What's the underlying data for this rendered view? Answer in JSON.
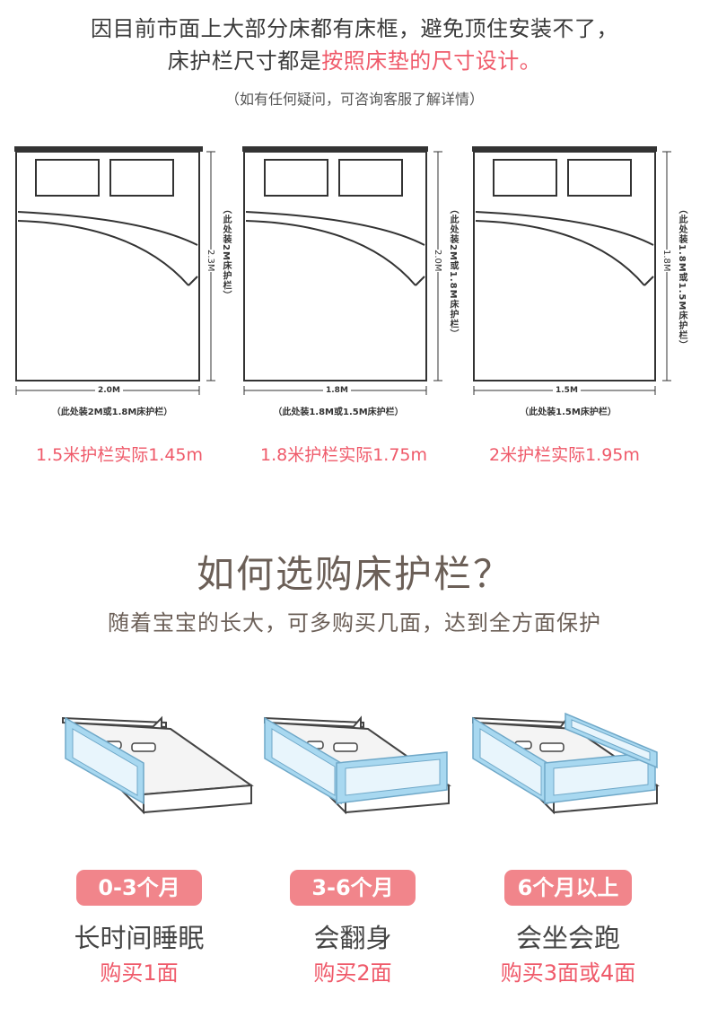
{
  "intro": {
    "line1": "因目前市面上大部分床都有床框，避免顶住安装不了，",
    "line2_normal": "床护栏尺寸都是",
    "line2_highlight": "按照床垫的尺寸设计。",
    "note": "（如有任何疑问，可咨询客服了解详情）"
  },
  "diagrams": [
    {
      "width_label": "2.0M",
      "height_label": "2.3M",
      "bottom_caption": "（此处装2M或1.8M床护栏）",
      "side_caption": "（此处装2M床护栏）"
    },
    {
      "width_label": "1.8M",
      "height_label": "2.0M",
      "bottom_caption": "（此处装1.8M或1.5M床护栏）",
      "side_caption": "（此处装2M或1.8M床护栏）"
    },
    {
      "width_label": "1.5M",
      "height_label": "1.8M",
      "bottom_caption": "（此处装1.5M床护栏）",
      "side_caption": "（此处装1.8M或1.5M床护栏）"
    }
  ],
  "actual_sizes": [
    "1.5米护栏实际1.45m",
    "1.8米护栏实际1.75m",
    "2米护栏实际1.95m"
  ],
  "section2": {
    "title": "如何选购床护栏？",
    "subtitle": "随着宝宝的长大，可多购买几面，达到全方面保护"
  },
  "stages": [
    {
      "age": "0-3个月",
      "stage": "长时间睡眠",
      "buy": "购买1面"
    },
    {
      "age": "3-6个月",
      "stage": "会翻身",
      "buy": "购买2面"
    },
    {
      "age": "6个月以上",
      "stage": "会坐会跑",
      "buy": "购买3面或4面"
    }
  ],
  "colors": {
    "accent": "#ef5a6a",
    "pill": "#f1858b",
    "title": "#6b5f57",
    "rail": "#a8d8f0"
  }
}
